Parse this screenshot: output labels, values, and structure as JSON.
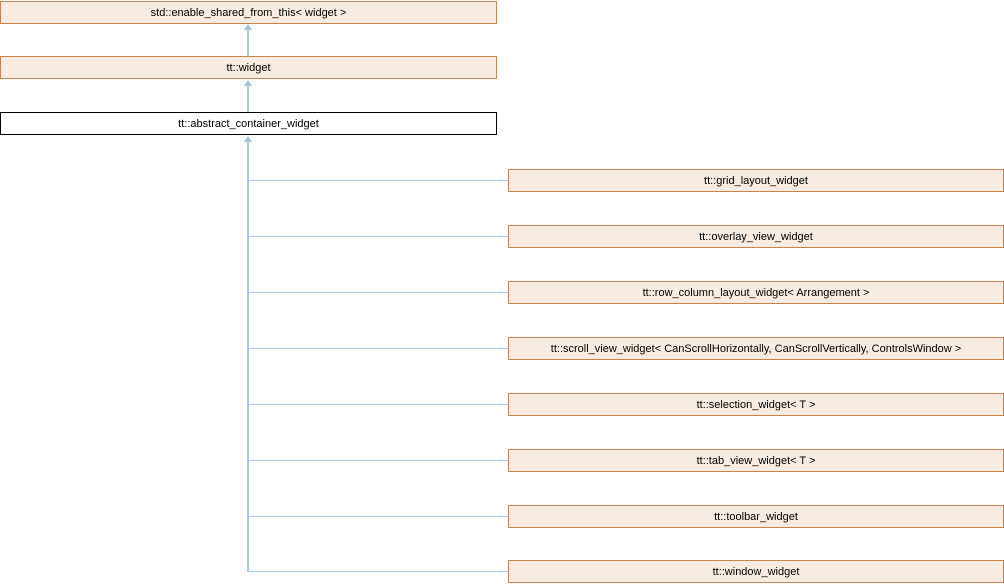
{
  "colors": {
    "node_fill": "#f8ece2",
    "node_border": "#c9834e",
    "current_node_fill": "#ffffff",
    "current_node_border": "#000000",
    "edge": "#a5cbe2",
    "text": "#000000",
    "background": "#ffffff"
  },
  "nodes": {
    "ancestors": [
      {
        "label": "std::enable_shared_from_this< widget >"
      },
      {
        "label": "tt::widget"
      }
    ],
    "current": {
      "label": "tt::abstract_container_widget"
    },
    "children": [
      {
        "label": "tt::grid_layout_widget"
      },
      {
        "label": "tt::overlay_view_widget"
      },
      {
        "label": "tt::row_column_layout_widget< Arrangement >"
      },
      {
        "label": "tt::scroll_view_widget< CanScrollHorizontally, CanScrollVertically, ControlsWindow >"
      },
      {
        "label": "tt::selection_widget< T >"
      },
      {
        "label": "tt::tab_view_widget< T >"
      },
      {
        "label": "tt::toolbar_widget"
      },
      {
        "label": "tt::window_widget"
      }
    ]
  }
}
